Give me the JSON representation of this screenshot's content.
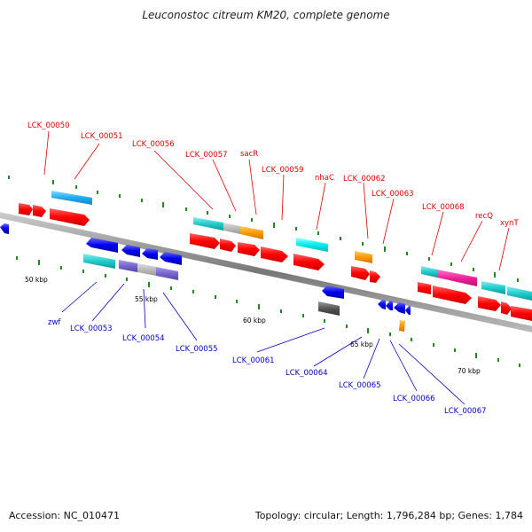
{
  "title": "Leuconostoc citreum KM20, complete genome",
  "footer": {
    "accession": "Accession: NC_010471",
    "summary": "Topology: circular; Length: 1,796,284 bp; Genes: 1,784"
  },
  "scale_labels": [
    "50 kbp",
    "55 kbp",
    "60 kbp",
    "65 kbp",
    "70 kbp"
  ],
  "gene_labels_forward": [
    "LCK_00050",
    "LCK_00051",
    "LCK_00056",
    "LCK_00057",
    "sacR",
    "LCK_00059",
    "nhaC",
    "LCK_00062",
    "LCK_00063",
    "LCK_00068",
    "recQ",
    "xynT"
  ],
  "gene_labels_reverse": [
    "zwf",
    "LCK_00053",
    "LCK_00054",
    "LCK_00055",
    "LCK_00061",
    "LCK_00064",
    "LCK_00065",
    "LCK_00066",
    "LCK_00067"
  ],
  "colors": {
    "cds": "#ff0000",
    "reverse_cds": "#0000ff",
    "cyan": "#33cccc",
    "lightblue": "#33bbee",
    "orange": "#ff9900",
    "purple": "#8877cc",
    "magenta": "#ee33aa",
    "gray": "#bbbbbb",
    "darkgray": "#666666",
    "tick": "#228822",
    "forward_label": "#e00000",
    "reverse_label": "#0000c0"
  }
}
